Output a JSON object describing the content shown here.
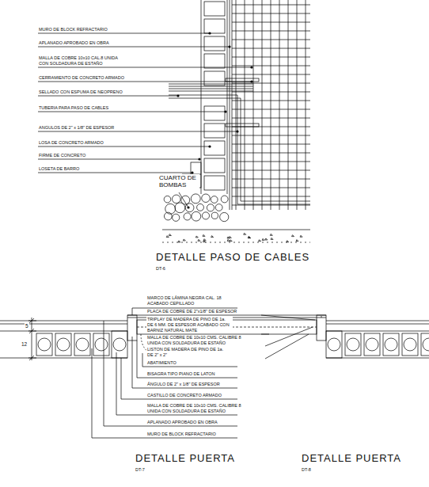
{
  "diagram": {
    "labels": [
      "MURO DE BLOCK REFRACTARIO",
      "APLANADO APROBADO EN OBRA",
      "MALLA DE COBRE 10x10 CAL.8 UNIDA CON SOLDADURA DE ESTAÑO",
      "CERRAMIENTO DE CONCRETO ARMADO",
      "SELLADO CON ESPUMA DE NEOPRENO",
      "TUBERIA PARA PASO DE CABLES",
      "ANGULOS DE 2\" x 1/8\" DE ESPESOR",
      "LOSA DE CONCRETO ARMADO",
      "FIRME DE CONCRETO",
      "LOSETA DE BARRO",
      "CUARTO DE BOMBAS",
      "DETALLE PASO DE CABLES",
      "DT-6",
      "MARCO DE LÁMINA NEGRA CAL. 18 ACABADO CEPILLADO",
      "PLACA DE COBRE DE 2\"x1/8\" DE ESPESOR",
      "TRIPLAY DE MADERA DE PINO DE 1a. DE 6 MM. DE ESPESOR ACABADO CON BARNIZ NATURAL MATE",
      "MALLA DE COBRE DE 10x10 CMS. CALIBRE 8 UNIDA CON SOLDADURA DE ESTAÑO",
      "LISTON DE MADERA DE PINO DE 1a. DE 2\" x 2\"",
      "ABATIMIENTO",
      "BISAGRA TIPO PIANO DE LATON",
      "ÁNGULO DE 2\" x 1/8\" DE ESPESOR",
      "CASTILLO DE CONCRETO ARMADO",
      "MALLA DE COBRE DE 10x10 CMS. CALIBRE 8 UNIDA CON SOLDADURA DE ESTAÑO",
      "APLANADO APROBADO EN OBRA",
      "MURO DE BLOCK REFRACTARIO",
      "5",
      "12",
      "DETALLE PUERTA",
      "DT-7",
      "DETALLE PUERTA",
      "DT-8"
    ]
  }
}
